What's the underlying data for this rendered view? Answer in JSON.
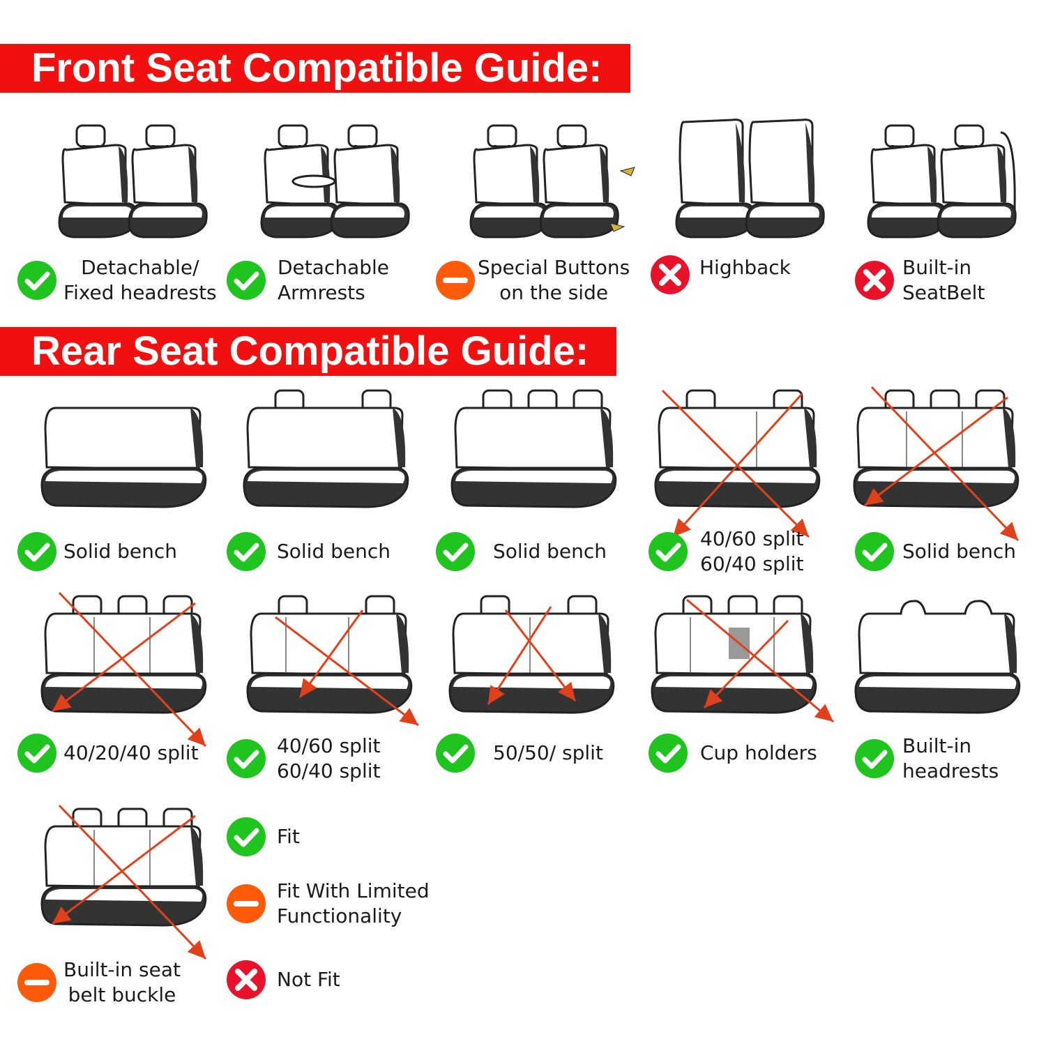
{
  "front_title": "Front Seat Compatible Guide:",
  "rear_title": "Rear Seat Compatible Guide:",
  "colors": {
    "banner": "#f01010",
    "fit": "#1fc41f",
    "limited": "#ff5a0a",
    "not_fit": "#e8132b",
    "cross": "#e0401a"
  },
  "front": [
    {
      "label": "Detachable/\nFixed headrests",
      "status": "fit",
      "variant": "front-pair"
    },
    {
      "label": "Detachable\nArmrests",
      "status": "fit",
      "variant": "front-armrest"
    },
    {
      "label": "Special Buttons\non the side",
      "status": "limited",
      "variant": "front-buttons"
    },
    {
      "label": "Highback",
      "status": "not_fit",
      "variant": "front-highback"
    },
    {
      "label": "Built-in\nSeatBelt",
      "status": "not_fit",
      "variant": "front-belt"
    }
  ],
  "rear": [
    {
      "label": "Solid bench",
      "status": "fit",
      "variant": "bench-0"
    },
    {
      "label": "Solid bench",
      "status": "fit",
      "variant": "bench-2"
    },
    {
      "label": "Solid bench",
      "status": "fit",
      "variant": "bench-3"
    },
    {
      "label": "40/60  split\n60/40 split",
      "status": "fit",
      "variant": "split-4060"
    },
    {
      "label": "Solid bench",
      "status": "fit",
      "variant": "bench-3-split"
    },
    {
      "label": "40/20/40 split",
      "status": "fit",
      "variant": "bench-3-split"
    },
    {
      "label": "40/60  split\n60/40 split",
      "status": "fit",
      "variant": "split-4060b"
    },
    {
      "label": "50/50/ split",
      "status": "fit",
      "variant": "split-5050"
    },
    {
      "label": "Cup holders",
      "status": "fit",
      "variant": "cupholder"
    },
    {
      "label": "Built-in\nheadrests",
      "status": "fit",
      "variant": "builtin-head"
    },
    {
      "label": "Built-in seat\nbelt buckle",
      "status": "limited",
      "variant": "bench-3-split"
    }
  ],
  "legend": [
    {
      "label": "Fit",
      "status": "fit"
    },
    {
      "label": "Fit With Limited\nFunctionality",
      "status": "limited"
    },
    {
      "label": "Not Fit",
      "status": "not_fit"
    }
  ]
}
